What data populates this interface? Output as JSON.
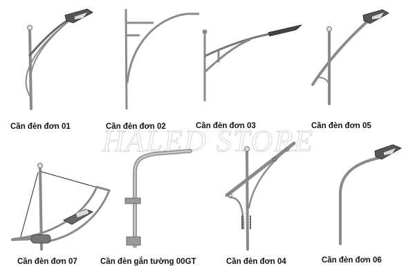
{
  "watermark": "HALED STORE",
  "products": [
    {
      "id": "01",
      "label": "Cần đèn đơn 01"
    },
    {
      "id": "02",
      "label": "Cần đèn đơn 02"
    },
    {
      "id": "03",
      "label": "Cần đèn đơn 03"
    },
    {
      "id": "05",
      "label": "Cần đèn đơn 05"
    },
    {
      "id": "07",
      "label": "Cần đèn đơn 07"
    },
    {
      "id": "00GT",
      "label": "Cần đèn gắn tường 00GT"
    },
    {
      "id": "04",
      "label": "Cần đèn đơn 04"
    },
    {
      "id": "06",
      "label": "Cần đèn đơn 06"
    }
  ],
  "colors": {
    "pole": "#8a8a8a",
    "pole_dark": "#5a5a5a",
    "lamp_body": "#555555",
    "lamp_lens": "#d8d8d8",
    "label_text": "#111111"
  }
}
